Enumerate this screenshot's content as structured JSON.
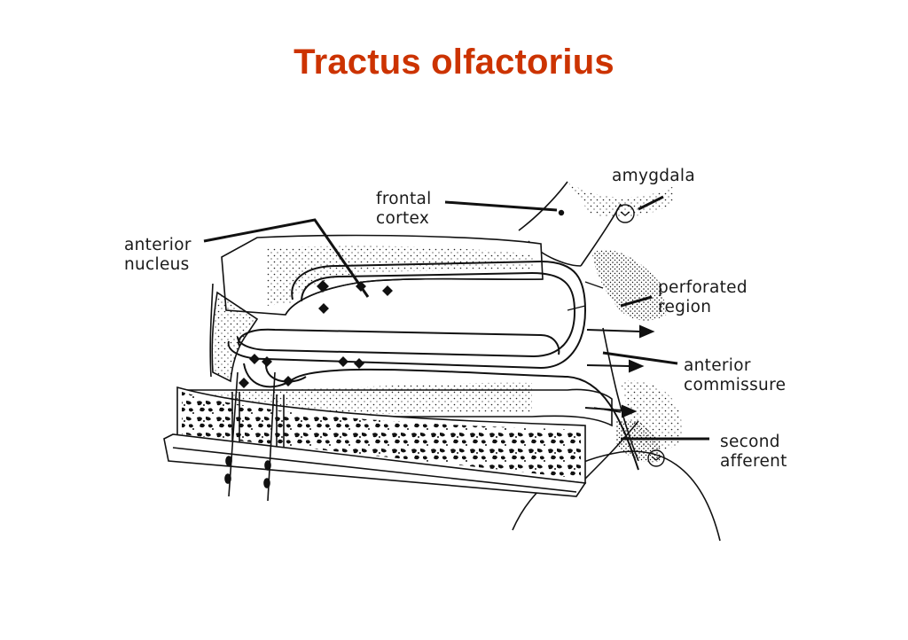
{
  "title": "Tractus olfactorius",
  "labels": {
    "frontal_cortex": [
      "frontal",
      "cortex"
    ],
    "anterior_nucleus": [
      "anterior",
      "nucleus"
    ],
    "amygdala": [
      "amygdala"
    ],
    "perforated_region": [
      "perforated",
      "region"
    ],
    "anterior_commissure": [
      "anterior",
      "commissure"
    ],
    "second_afferent": [
      "second",
      "afferent"
    ]
  },
  "colors": {
    "title": "#cc3300",
    "ink": "#1a1a1a",
    "background": "#ffffff"
  }
}
